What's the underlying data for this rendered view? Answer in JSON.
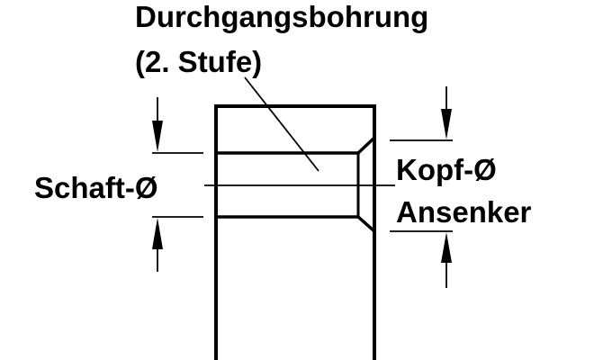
{
  "labels": {
    "title_line1": "Durchgangsbohrung",
    "title_line2": "(2. Stufe)",
    "shaft": "Schaft-Ø",
    "head_line1": "Kopf-Ø",
    "head_line2": "Ansenker"
  },
  "colors": {
    "line": "#000000",
    "background": "#ffffff"
  }
}
